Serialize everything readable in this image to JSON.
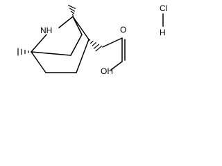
{
  "molecule": {
    "atoms": {
      "amine": "NH",
      "acid_oh": "OH",
      "acid_o": "O",
      "chlorine": "Cl",
      "hydrogen": "H"
    },
    "colors": {
      "bond": "#000000",
      "text": "#000000",
      "background": "#ffffff"
    }
  }
}
